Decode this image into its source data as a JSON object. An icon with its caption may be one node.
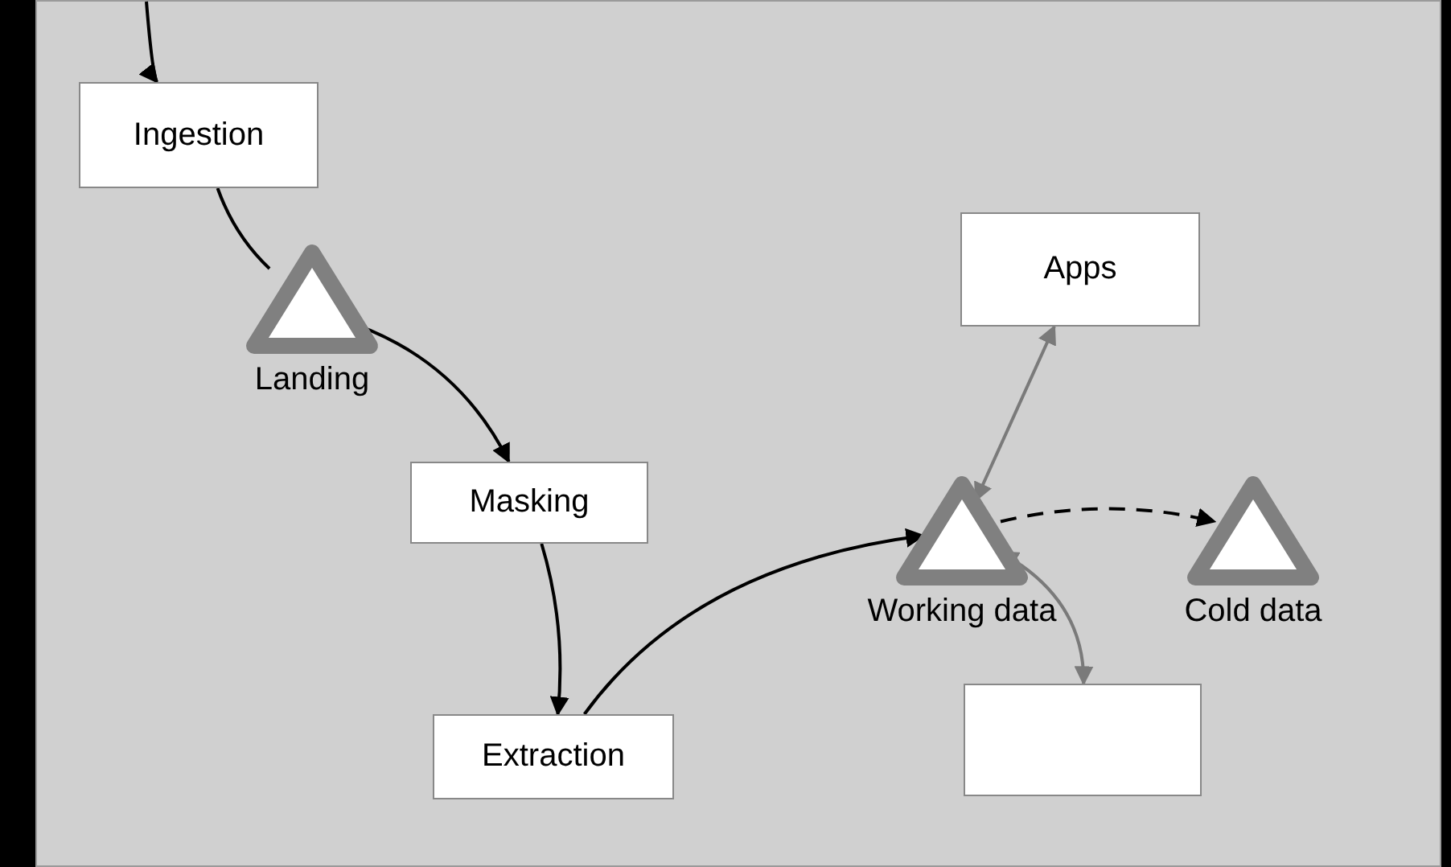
{
  "diagram": {
    "nodes": [
      {
        "text": [],
        "shape": "box"
      },
      {
        "text": [
          "Ingestion"
        ],
        "in": 0
      },
      {
        "text": [
          "Landing"
        ],
        "in": 0
      },
      {
        "text": [
          "Masking"
        ],
        "in": 0
      },
      {
        "text": [
          "Apps"
        ],
        "in": 0
      },
      {
        "text": [
          "Working data"
        ],
        "in": 0
      },
      {
        "text": [
          "Cold data"
        ],
        "in": 0
      },
      {
        "text": [
          "Extraction"
        ],
        "in": 0
      },
      {
        "text": [],
        "shape": "box",
        "in": 0
      }
    ],
    "edges": [
      {
        "from": null,
        "to": 1,
        "arrow": "to"
      },
      {
        "from": 1,
        "to": 2,
        "arrow": "none"
      },
      {
        "from": 2,
        "to": 3,
        "arrow": "to"
      },
      {
        "from": 3,
        "to": 7,
        "arrow": "to"
      },
      {
        "from": 7,
        "to": 5,
        "arrow": "to"
      },
      {
        "from": 5,
        "to": 4,
        "arrow": "both",
        "color": "#7a7a7a"
      },
      {
        "from": 5,
        "to": 6,
        "arrow": "to",
        "style": "dashed"
      },
      {
        "from": 5,
        "to": 8,
        "arrow": "both",
        "color": "#7a7a7a"
      }
    ]
  }
}
